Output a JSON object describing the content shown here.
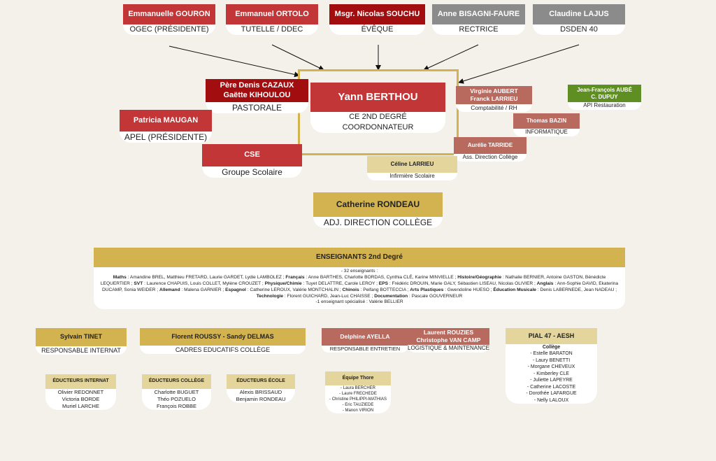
{
  "cards": [
    {
      "id": "gouron",
      "header": "Emmanuelle GOURON",
      "body": [
        "OGEC (PRÉSIDENTE)"
      ]
    },
    {
      "id": "ortolo",
      "header": "Emmanuel ORTOLO",
      "body": [
        "TUTELLE / DDEC"
      ]
    },
    {
      "id": "souchu",
      "header": "Msgr. Nicolas SOUCHU",
      "body": [
        "ÉVÊQUE"
      ]
    },
    {
      "id": "bisagni",
      "header": "Anne BISAGNI-FAURE",
      "body": [
        "RECTRICE"
      ]
    },
    {
      "id": "lajus",
      "header": "Claudine LAJUS",
      "body": [
        "DSDEN 40"
      ]
    },
    {
      "id": "berthou",
      "header": "Yann BERTHOU",
      "body": [
        "CE 2ND DEGRÉ",
        "COORDONNATEUR"
      ]
    },
    {
      "id": "cazaux",
      "header": "Père Denis CAZAUX\nGaëtte KIHOULOU",
      "body": [
        "PASTORALE"
      ]
    },
    {
      "id": "maugan",
      "header": "Patricia MAUGAN",
      "body": [
        "APEL (PRÉSIDENTE)"
      ]
    },
    {
      "id": "cse",
      "header": "CSE",
      "body": [
        "Groupe Scolaire"
      ]
    },
    {
      "id": "aubert",
      "header": "Virginie AUBERT\nFranck LARRIEU",
      "body": [
        "Comptabilité / RH"
      ]
    },
    {
      "id": "aube",
      "header": "Jean-François AUBÉ\nC. DUPUY",
      "body": [
        "API Restauration"
      ]
    },
    {
      "id": "bazin",
      "header": "Thomas BAZIN",
      "body": [
        "INFORMATIQUE"
      ]
    },
    {
      "id": "tarride",
      "header": "Aurélie TARRIDE",
      "body": [
        "Ass. Direction Collège"
      ]
    },
    {
      "id": "clarrieu",
      "header": "Céline LARRIEU",
      "body": [
        "Infirmière Scolaire"
      ]
    },
    {
      "id": "rondeau",
      "header": "Catherine RONDEAU",
      "body": [
        "ADJ. DIRECTION COLLÈGE"
      ]
    },
    {
      "id": "tinet",
      "header": "Sylvain TINET",
      "body": [
        "RESPONSABLE INTERNAT"
      ]
    },
    {
      "id": "roussy",
      "header": "Florent ROUSSY - Sandy DELMAS",
      "body": [
        "CADRES EDUCATIFS COLLÈGE"
      ]
    },
    {
      "id": "ayella",
      "header": "Delphine AYELLA",
      "body": [
        "RESPONSABLE ENTRETIEN"
      ]
    },
    {
      "id": "rouzies",
      "header": "Laurent ROUZIES\nChristophe VAN CAMP",
      "body": [
        "LOGISTIQUE & MAINTENANCE"
      ]
    },
    {
      "id": "pial",
      "header": "PIAL 47 - AESH",
      "body": [
        "Collège",
        "- Estelle BARATON",
        "- Laury BENETTI",
        "- Morgane CHEVEUX",
        "- Kimberley CLE",
        "- Juliette LAPEYRE",
        "- Catherine LACOSTE",
        "- Dorothée LAFARGUE",
        "- Nelly LALOUX"
      ]
    },
    {
      "id": "edinternat",
      "header": "ÉDUCTEURS INTERNAT",
      "body": [
        "Olivier REDONNET",
        "Victoria BORDE",
        "Muriel LARCHE"
      ]
    },
    {
      "id": "edcollege",
      "header": "ÉDUCTEURS COLLÈGE",
      "body": [
        "Charlotte BUGUET",
        "Théo POZUELO",
        "François ROBBE"
      ]
    },
    {
      "id": "edecole",
      "header": "ÉDUCTEURS ÉCOLE",
      "body": [
        "Alexis BRISSAUD",
        "Benjamin RONDEAU"
      ]
    },
    {
      "id": "thore",
      "header": "Équipe Thore",
      "body": [
        "- Laura BERCHER",
        "- Laure FRECHEDE",
        "- Christine PHILIPPI-MATHIAS",
        "- Eric TAUZIEDE",
        "- Manon VIRION"
      ]
    }
  ],
  "teachers": {
    "header": "ENSEIGNANTS 2nd Degré",
    "count": "- 32 enseignants :",
    "subjects": [
      {
        "subject": "Maths",
        "names": "Amandine BREL, Matthieu FRETARD, Laurie GARDET, Lydie LAMBOLEZ"
      },
      {
        "subject": "Français",
        "names": "Anne BARTHES, Charlotte BORDAS, Cynthia CLÉ, Karine MINVIELLE"
      },
      {
        "subject": "Histoire/Géographie",
        "names": "Nathalie BERNIER, Antoine GASTON, Bénédicte LEQUERTIER"
      },
      {
        "subject": "SVT",
        "names": "Laurence CHAPUIS, Louis COLLET, Mylène CROUZET"
      },
      {
        "subject": "Physique/Chimie",
        "names": "Tuyet DELATTRE, Carole LEROY"
      },
      {
        "subject": "EPS",
        "names": "Frédéric DROUIN, Marie GALY, Sébastien LISEAU, Nicolas OLIVIER"
      },
      {
        "subject": "Anglais",
        "names": "Ann-Sophie DAVID, Ekaterina DUCAMP, Sonia WEIDER"
      },
      {
        "subject": "Allemand",
        "names": "Malena GARNIER"
      },
      {
        "subject": "Espagnol",
        "names": "Catherine LEROUX, Valérie MONTCHALIN"
      },
      {
        "subject": "Chinois",
        "names": "Peifang BOTTECCIA"
      },
      {
        "subject": "Arts Plastiques",
        "names": "Gwendoline HUESO"
      },
      {
        "subject": "Éducation Musicale",
        "names": "Denis LABERNEDE, Jean NADEAU"
      },
      {
        "subject": "Technologie",
        "names": "Florent GUICHARD, Jean-Luc CHAISSE"
      },
      {
        "subject": "Documentation",
        "names": "Pascale GOUVERNEUR"
      }
    ],
    "specialist": "-1 enseignant spécialisé : Valérie BELLIER"
  }
}
